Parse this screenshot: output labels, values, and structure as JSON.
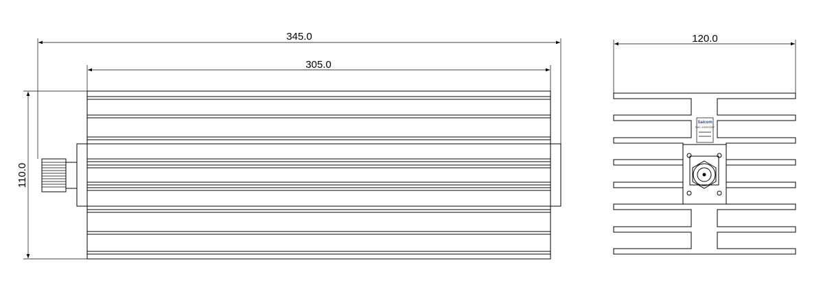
{
  "dimensions": {
    "overall_length": "345.0",
    "body_length": "305.0",
    "height": "110.0",
    "width": "120.0"
  },
  "label_plate": {
    "brand": "Saicom",
    "model_line": "SAC-1000/200F",
    "spec_line": "",
    "extra_line": ""
  }
}
